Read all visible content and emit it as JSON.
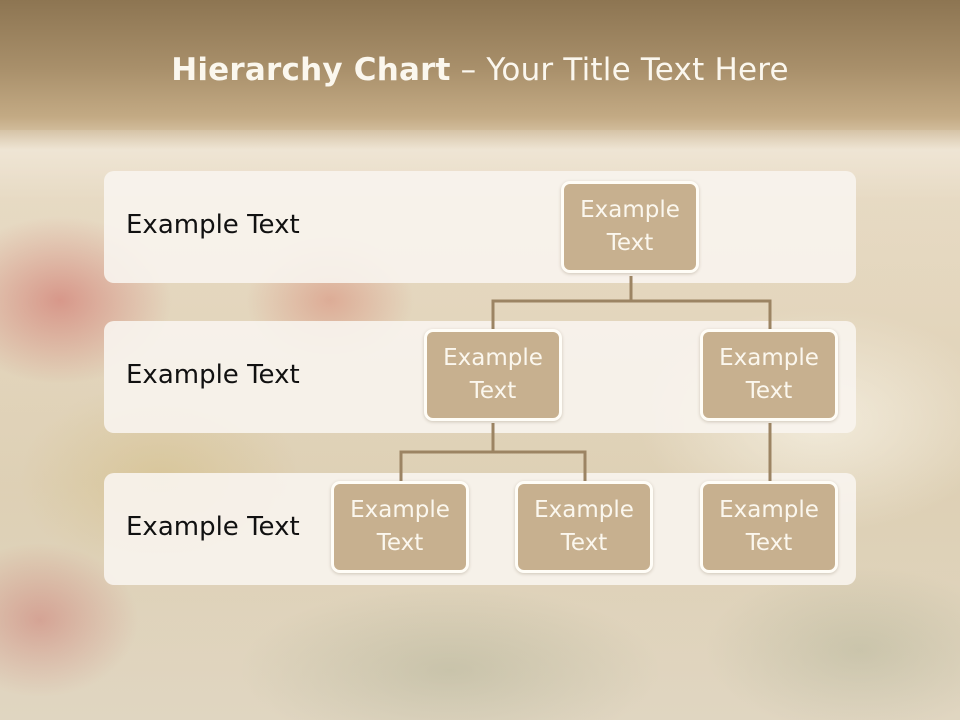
{
  "slide": {
    "title_bold": "Hierarchy Chart",
    "title_rest": " – Your Title Text Here"
  },
  "levels": [
    {
      "label": "Example Text"
    },
    {
      "label": "Example Text"
    },
    {
      "label": "Example Text"
    }
  ],
  "nodes": {
    "root": {
      "label": "Example Text"
    },
    "child_left": {
      "label": "Example Text"
    },
    "child_right": {
      "label": "Example Text"
    },
    "grandchild_left_1": {
      "label": "Example Text"
    },
    "grandchild_left_2": {
      "label": "Example Text"
    },
    "grandchild_right_1": {
      "label": "Example Text"
    }
  },
  "colors": {
    "node_fill": "#c7b08f",
    "node_border": "#ffffff",
    "connector": "#9c8463",
    "title_text": "#fbf7ee"
  }
}
